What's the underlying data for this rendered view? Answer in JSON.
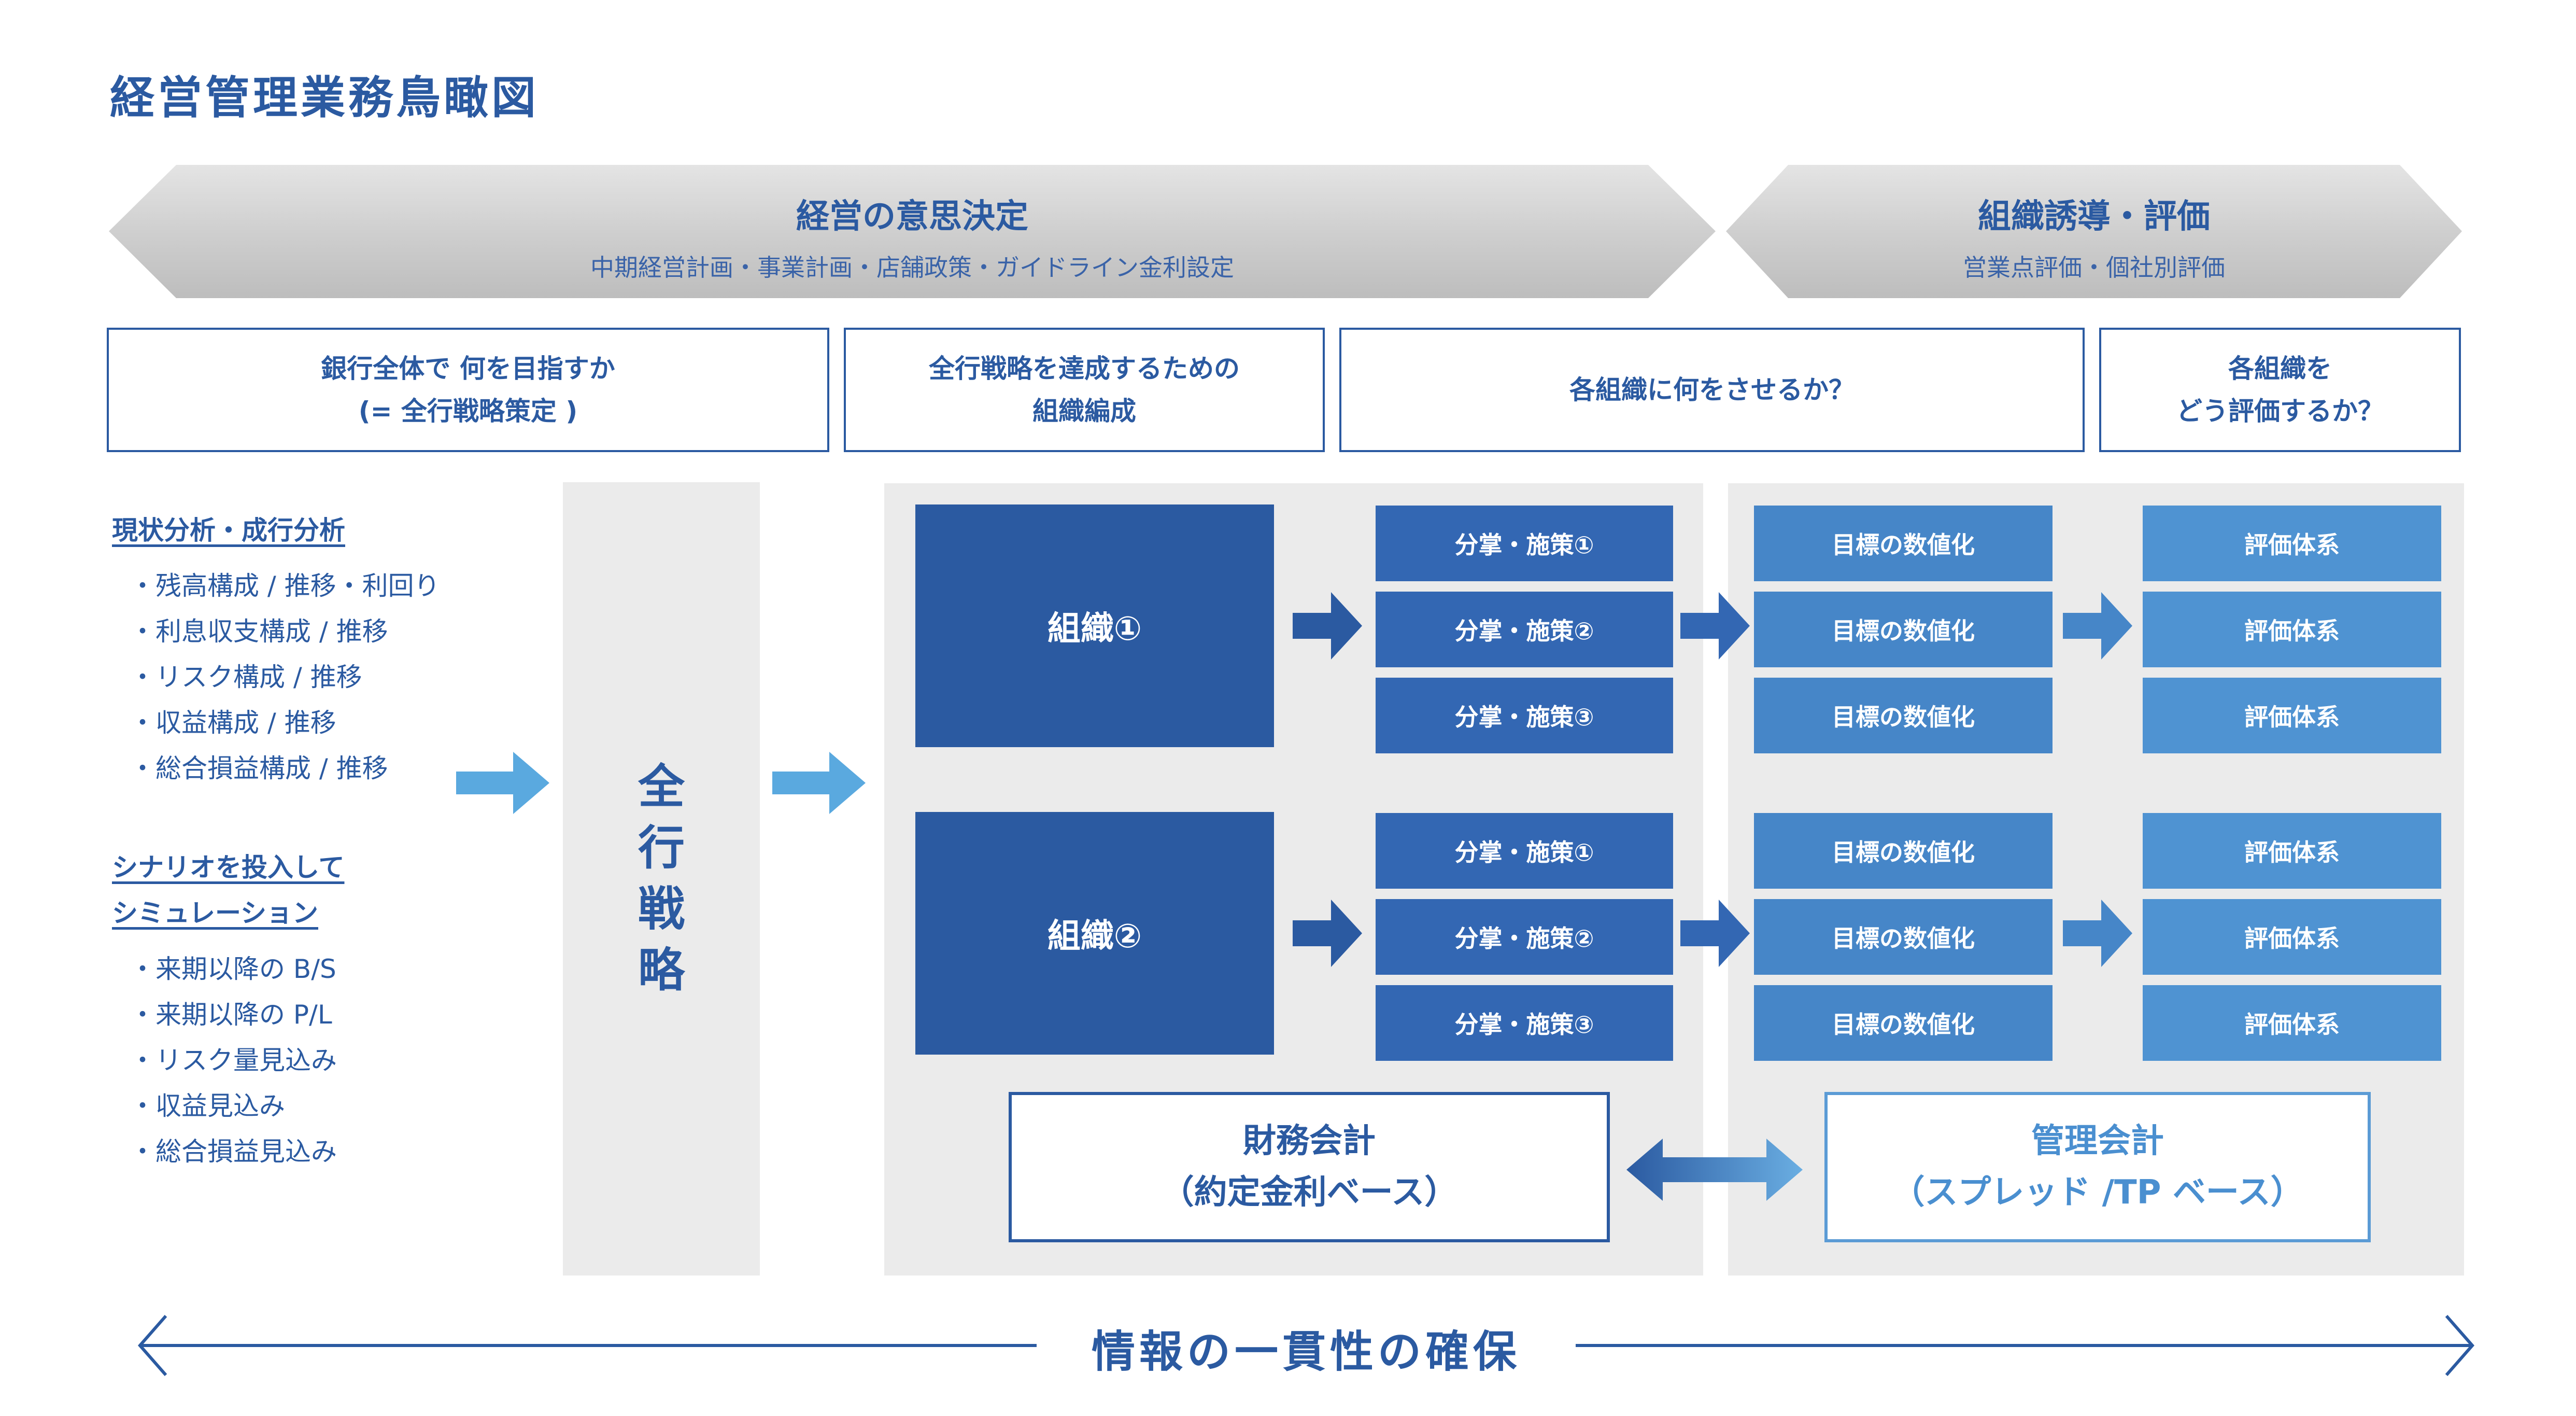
{
  "title": "経営管理業務鳥瞰図",
  "chevrons": [
    {
      "title": "経営の意思決定",
      "subtitle": "中期経営計画・事業計画・店舗政策・ガイドライン金利設定"
    },
    {
      "title": "組織誘導・評価",
      "subtitle": "営業点評価・個社別評価"
    }
  ],
  "questions": [
    {
      "line1": "銀行全体で 何を目指すか",
      "line2": "(= 全行戦略策定 )"
    },
    {
      "line1": "全行戦略を達成するための",
      "line2": "組織編成"
    },
    {
      "line1": "各組織に何をさせるか？",
      "line2": ""
    },
    {
      "line1": "各組織を",
      "line2": "どう評価するか？"
    }
  ],
  "left": {
    "section1": {
      "heading": "現状分析・成行分析",
      "items": [
        "残高構成 / 推移・利回り",
        "利息収支構成 / 推移",
        "リスク構成 / 推移",
        "収益構成 / 推移",
        "総合損益構成 / 推移"
      ]
    },
    "section2": {
      "heading_line1": "シナリオを投入して",
      "heading_line2": "シミュレーション",
      "items": [
        "来期以降の B/S",
        "来期以降の P/L",
        "リスク量見込み",
        "収益見込み",
        "総合損益見込み"
      ]
    }
  },
  "strategy": {
    "chars": [
      "全",
      "行",
      "戦",
      "略"
    ]
  },
  "orgs": [
    {
      "name": "組織①",
      "measures": [
        "分掌・施策①",
        "分掌・施策②",
        "分掌・施策③"
      ],
      "targets": [
        "目標の数値化",
        "目標の数値化",
        "目標の数値化"
      ],
      "evals": [
        "評価体系",
        "評価体系",
        "評価体系"
      ]
    },
    {
      "name": "組織②",
      "measures": [
        "分掌・施策①",
        "分掌・施策②",
        "分掌・施策③"
      ],
      "targets": [
        "目標の数値化",
        "目標の数値化",
        "目標の数値化"
      ],
      "evals": [
        "評価体系",
        "評価体系",
        "評価体系"
      ]
    }
  ],
  "accounting": {
    "financial": {
      "line1": "財務会計",
      "line2": "（約定金利ベース）"
    },
    "management": {
      "line1": "管理会計",
      "line2": "（スプレッド /TP ベース）"
    }
  },
  "bottom": {
    "label": "情報の一貫性の確保"
  },
  "colors": {
    "navy": "#2b5aa1",
    "mid": "#3367b3",
    "light": "#4686c8",
    "lighter": "#4f93d2",
    "arrow": "#5aa9df",
    "panel": "#ebebeb"
  }
}
